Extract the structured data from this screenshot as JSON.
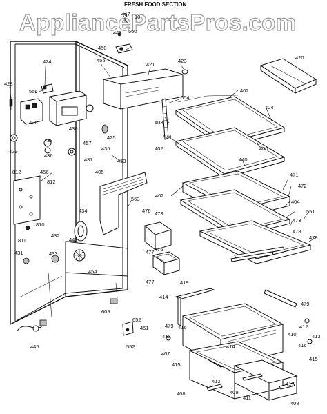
{
  "header": {
    "watermark": "AppliancePartsPros.com",
    "section_title": "FRESH FOOD SECTION"
  },
  "callouts": [
    {
      "id": "447",
      "text": "447"
    },
    {
      "id": "10",
      "text": "10"
    },
    {
      "id": "448",
      "text": "448"
    },
    {
      "id": "560",
      "text": "560"
    },
    {
      "id": "450",
      "text": "450"
    },
    {
      "id": "420",
      "text": "420"
    },
    {
      "id": "424",
      "text": "424"
    },
    {
      "id": "455",
      "text": "455"
    },
    {
      "id": "421",
      "text": "421"
    },
    {
      "id": "423",
      "text": "423"
    },
    {
      "id": "428",
      "text": "428"
    },
    {
      "id": "556",
      "text": "556"
    },
    {
      "id": "402a",
      "text": "402"
    },
    {
      "id": "554",
      "text": "554"
    },
    {
      "id": "404a",
      "text": "404"
    },
    {
      "id": "403",
      "text": "403"
    },
    {
      "id": "426",
      "text": "426"
    },
    {
      "id": "430",
      "text": "430"
    },
    {
      "id": "425",
      "text": "425"
    },
    {
      "id": "474",
      "text": "474"
    },
    {
      "id": "429",
      "text": "429"
    },
    {
      "id": "438",
      "text": "438"
    },
    {
      "id": "457",
      "text": "457"
    },
    {
      "id": "435",
      "text": "435"
    },
    {
      "id": "402b",
      "text": "402"
    },
    {
      "id": "400",
      "text": "400"
    },
    {
      "id": "453",
      "text": "453"
    },
    {
      "id": "440",
      "text": "440"
    },
    {
      "id": "436",
      "text": "436"
    },
    {
      "id": "437",
      "text": "437"
    },
    {
      "id": "812a",
      "text": "812"
    },
    {
      "id": "456",
      "text": "456"
    },
    {
      "id": "405",
      "text": "405"
    },
    {
      "id": "471",
      "text": "471"
    },
    {
      "id": "812b",
      "text": "812"
    },
    {
      "id": "402c",
      "text": "402"
    },
    {
      "id": "472",
      "text": "472"
    },
    {
      "id": "563",
      "text": "563"
    },
    {
      "id": "404b",
      "text": "404"
    },
    {
      "id": "551",
      "text": "551"
    },
    {
      "id": "434",
      "text": "434"
    },
    {
      "id": "476a",
      "text": "476"
    },
    {
      "id": "473a",
      "text": "473"
    },
    {
      "id": "810",
      "text": "810"
    },
    {
      "id": "473b",
      "text": "473"
    },
    {
      "id": "432",
      "text": "432"
    },
    {
      "id": "478a",
      "text": "478"
    },
    {
      "id": "811",
      "text": "811"
    },
    {
      "id": "442",
      "text": "442"
    },
    {
      "id": "476b",
      "text": "476"
    },
    {
      "id": "478b",
      "text": "478"
    },
    {
      "id": "477a",
      "text": "477"
    },
    {
      "id": "431",
      "text": "431"
    },
    {
      "id": "433",
      "text": "433"
    },
    {
      "id": "477b",
      "text": "477"
    },
    {
      "id": "454",
      "text": "454"
    },
    {
      "id": "419",
      "text": "419"
    },
    {
      "id": "414a",
      "text": "414"
    },
    {
      "id": "609",
      "text": "609"
    },
    {
      "id": "479a",
      "text": "479"
    },
    {
      "id": "652",
      "text": "652"
    },
    {
      "id": "479b",
      "text": "479"
    },
    {
      "id": "416a",
      "text": "416"
    },
    {
      "id": "412a",
      "text": "412"
    },
    {
      "id": "451",
      "text": "451"
    },
    {
      "id": "410",
      "text": "410"
    },
    {
      "id": "413a",
      "text": "413"
    },
    {
      "id": "413b",
      "text": "413"
    },
    {
      "id": "445",
      "text": "445"
    },
    {
      "id": "552",
      "text": "552"
    },
    {
      "id": "414b",
      "text": "414"
    },
    {
      "id": "416b",
      "text": "416"
    },
    {
      "id": "407",
      "text": "407"
    },
    {
      "id": "415a",
      "text": "415"
    },
    {
      "id": "415b",
      "text": "415"
    },
    {
      "id": "412b",
      "text": "412"
    },
    {
      "id": "417",
      "text": "417"
    },
    {
      "id": "408a",
      "text": "408"
    },
    {
      "id": "409",
      "text": "409"
    },
    {
      "id": "411",
      "text": "411"
    },
    {
      "id": "408b",
      "text": "408"
    }
  ]
}
